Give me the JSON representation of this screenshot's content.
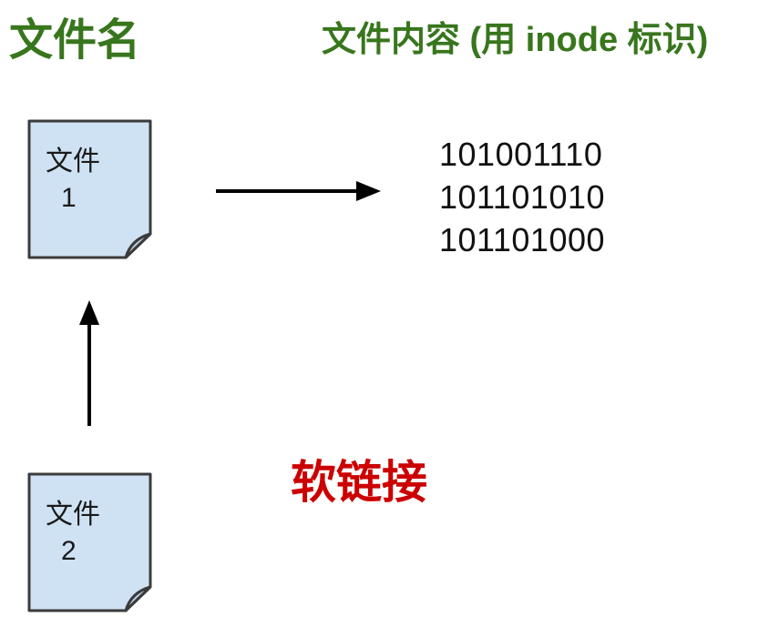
{
  "headings": {
    "left": "文件名",
    "right": "文件内容 (用 inode 标识)"
  },
  "files": [
    {
      "label": "文件",
      "number": "1"
    },
    {
      "label": "文件",
      "number": "2"
    }
  ],
  "inode_content": {
    "lines": [
      "101001110",
      "101101010",
      "101101000"
    ]
  },
  "link_label": "软链接",
  "colors": {
    "heading_green": "#38761d",
    "link_red": "#cc0000",
    "file_fill": "#cfe2f3",
    "file_fold": "#b9cde0",
    "file_border": "#3b3b3b",
    "arrow_black": "#000000",
    "text_black": "#111111"
  }
}
